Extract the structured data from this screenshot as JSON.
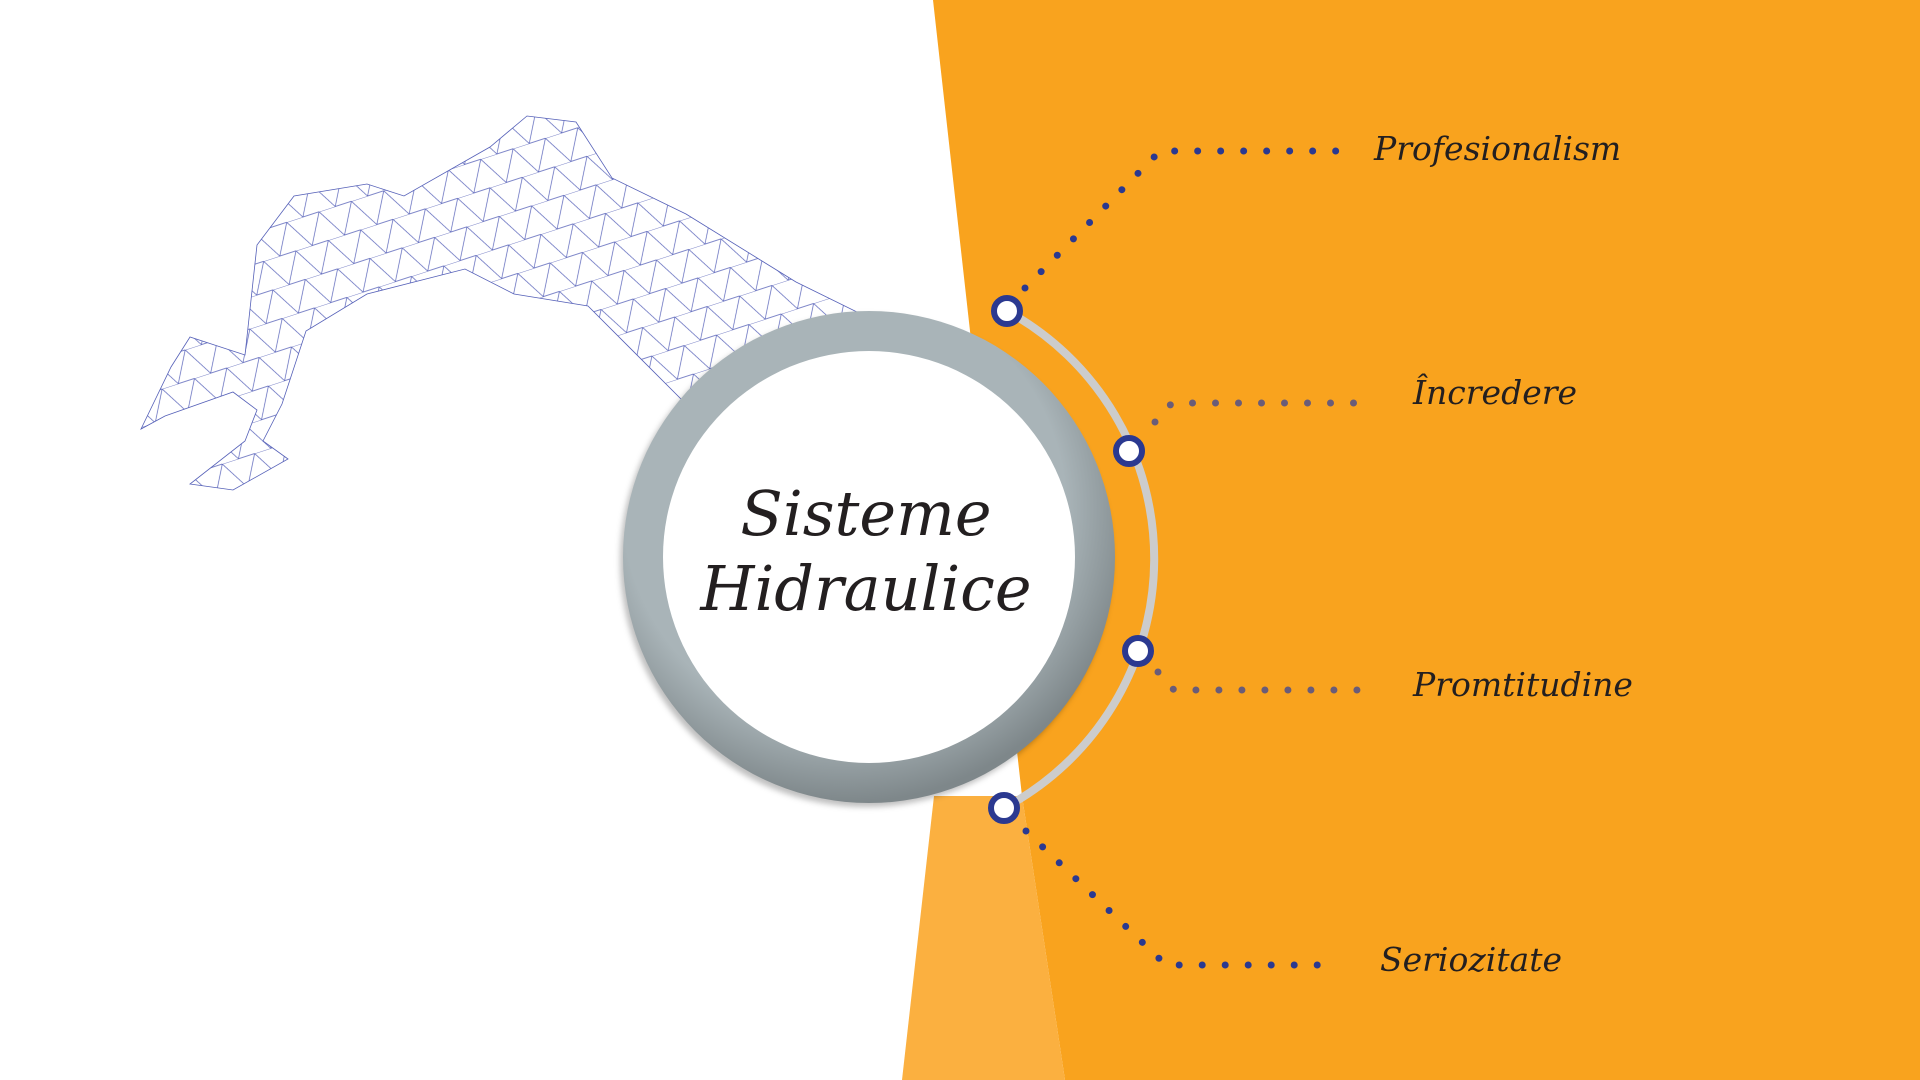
{
  "title": {
    "line1": "Sisteme",
    "line2": "Hidraulice"
  },
  "items": [
    {
      "label": "Profesionalism"
    },
    {
      "label": "Încredere"
    },
    {
      "label": "Promtitudine"
    },
    {
      "label": "Seriozitate"
    }
  ],
  "colors": {
    "orange": "#F9A31E",
    "orange_light": "#FBB040",
    "ring": "#A2ADB1",
    "arc": "#CCCCCC",
    "node": "#2B3990",
    "dots_blue": "#2B3990",
    "dots_gray": "#6A5C78",
    "wireframe": "#5560B8"
  }
}
